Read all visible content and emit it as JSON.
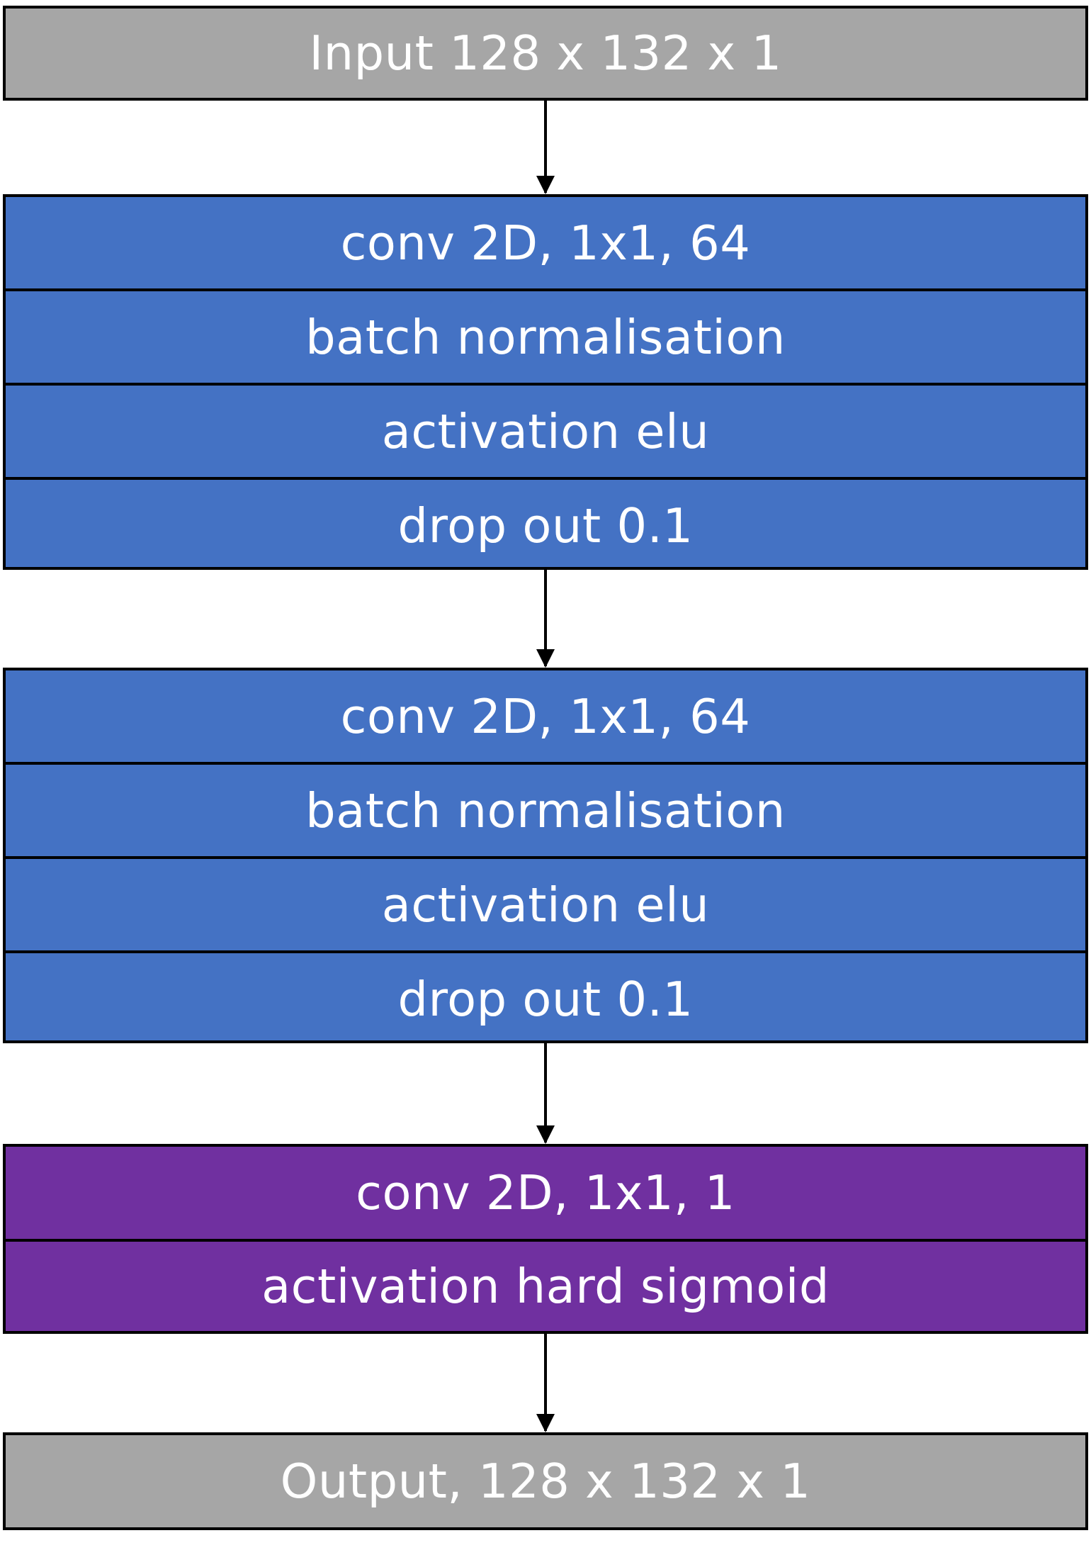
{
  "input": {
    "label": "Input 128 x 132 x 1"
  },
  "blocks": [
    {
      "layers": [
        "conv 2D, 1x1, 64",
        "batch normalisation",
        "activation elu",
        "drop out 0.1"
      ]
    },
    {
      "layers": [
        "conv 2D, 1x1, 64",
        "batch normalisation",
        "activation elu",
        "drop out 0.1"
      ]
    },
    {
      "layers": [
        "conv 2D, 1x1, 1",
        "activation hard sigmoid"
      ]
    }
  ],
  "output": {
    "label": "Output, 128 x 132 x 1"
  },
  "colors": {
    "io_box": "#a6a6a6",
    "hidden_block": "#4472c4",
    "output_block": "#7030a0",
    "border": "#000000",
    "text": "#ffffff"
  }
}
